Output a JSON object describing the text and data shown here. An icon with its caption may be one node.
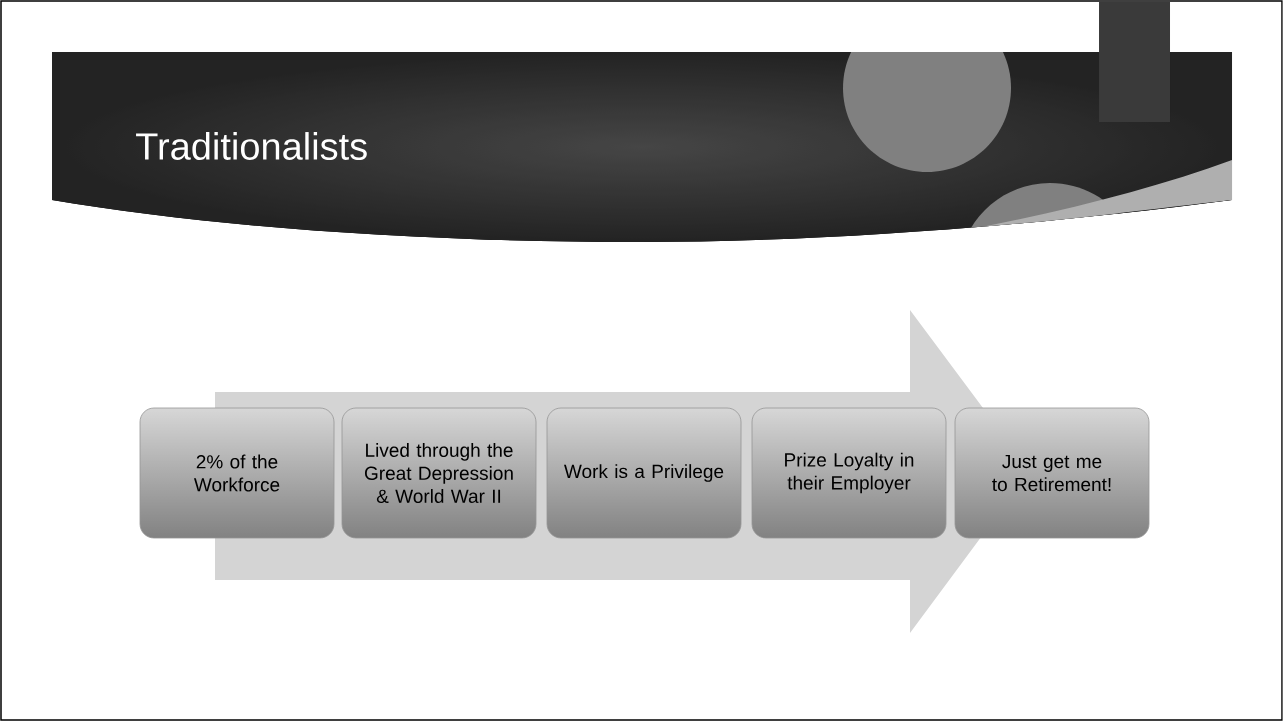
{
  "diagram": {
    "title": "Traditionalists",
    "nodes": [
      {
        "text": [
          "2% of the Workforce"
        ]
      },
      {
        "text": [
          "Lived through the Great Depression & World War II"
        ]
      },
      {
        "text": [
          "Work is a Privilege"
        ]
      },
      {
        "text": [
          "Prize Loyalty in their Employer"
        ]
      },
      {
        "text": [
          "Just get me to Retirement!"
        ]
      }
    ]
  }
}
